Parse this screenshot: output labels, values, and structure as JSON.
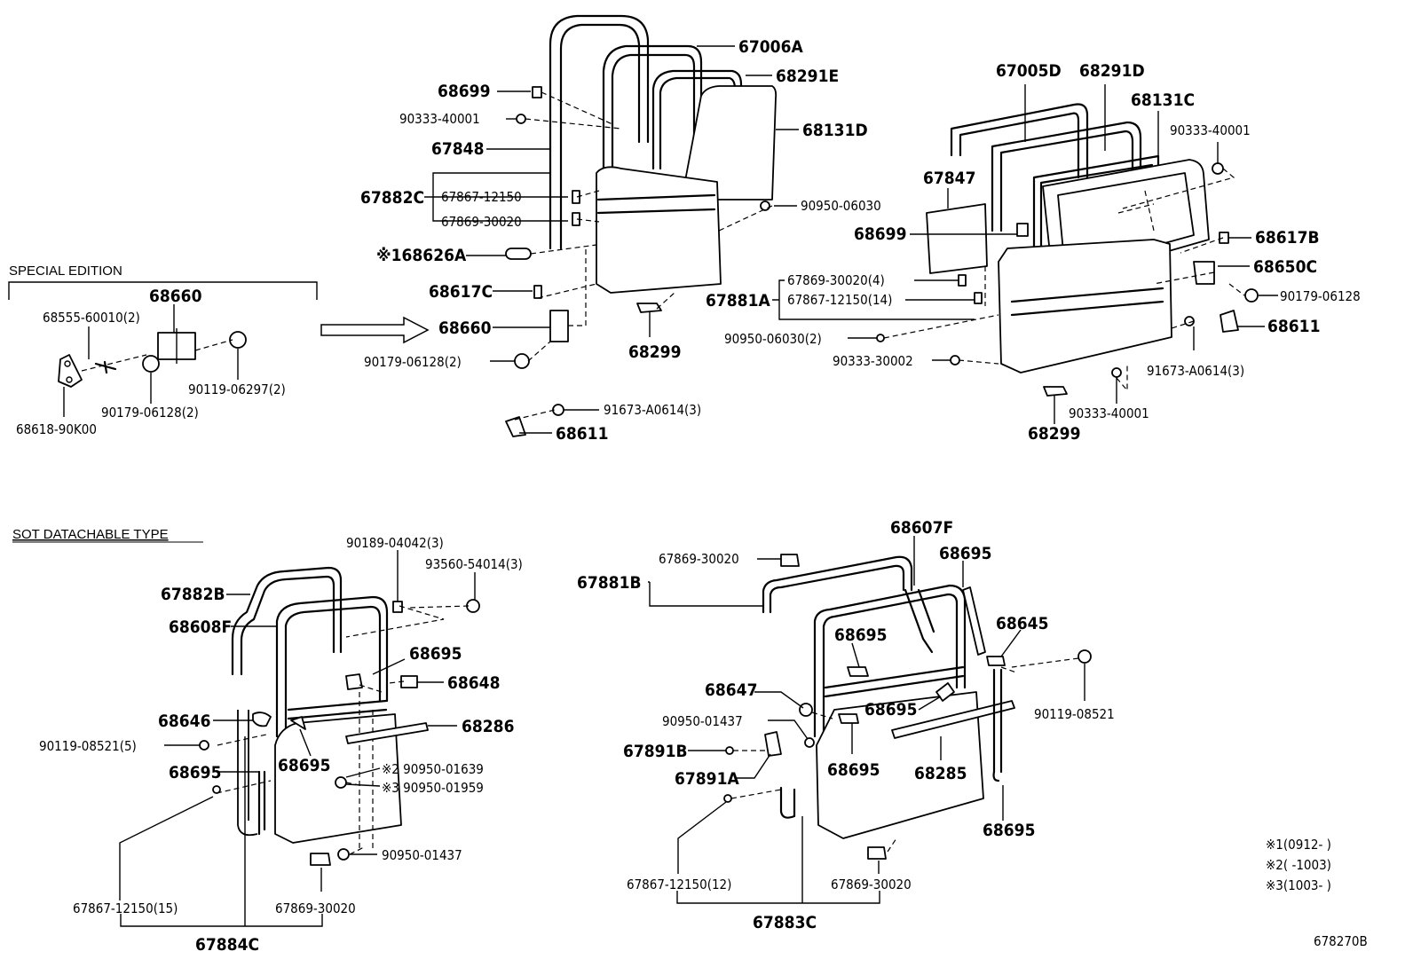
{
  "sections": {
    "special_edition": "SPECIAL EDITION",
    "sot_detachable": "SOT DATACHABLE TYPE"
  },
  "labels": {
    "p67006A": "67006A",
    "p68291E": "68291E",
    "p68699_a": "68699",
    "p90333_40001_a": "90333-40001",
    "p68131D": "68131D",
    "p67848": "67848",
    "p67882C": "67882C",
    "p67867_12150_a": "67867-12150",
    "p67869_30020_a": "67869-30020",
    "p90950_06030_a": "90950-06030",
    "p68626A": "※168626A",
    "p68617C": "68617C",
    "p68660_a": "68660",
    "p90179_06128_a": "90179-06128(2)",
    "p68299_a": "68299",
    "p91673_a": "91673-A0614(3)",
    "p68611_a": "68611",
    "p68660_b": "68660",
    "p68555": "68555-60010(2)",
    "p90119_06297": "90119-06297(2)",
    "p90179_06128_b": "90179-06128(2)",
    "p68618": "68618-90K00",
    "p67005D": "67005D",
    "p68291D": "68291D",
    "p68131C": "68131C",
    "p90333_40001_b": "90333-40001",
    "p67847": "67847",
    "p68699_b": "68699",
    "p68617B": "68617B",
    "p68650C": "68650C",
    "p67869_30020_4": "67869-30020(4)",
    "p67881A": "67881A",
    "p67867_12150_14": "67867-12150(14)",
    "p90179_06128_c": "90179-06128",
    "p90950_06030_2": "90950-06030(2)",
    "p68611_b": "68611",
    "p90333_30002": "90333-30002",
    "p91673_b": "91673-A0614(3)",
    "p90333_40001_c": "90333-40001",
    "p68299_b": "68299",
    "p90189": "90189-04042(3)",
    "p93560": "93560-54014(3)",
    "p67882B": "67882B",
    "p68608F": "68608F",
    "p68695_a": "68695",
    "p68648": "68648",
    "p68646": "68646",
    "p68286": "68286",
    "p90119_08521_5": "90119-08521(5)",
    "p68695_b": "68695",
    "p90950_01639": "※2 90950-01639",
    "p90950_01959": "※3 90950-01959",
    "p68695_c": "68695",
    "p90950_01437_a": "90950-01437",
    "p67867_12150_15": "67867-12150(15)",
    "p67869_30020_b": "67869-30020",
    "p67884C": "67884C",
    "p67869_30020_c": "67869-30020",
    "p68607F": "68607F",
    "p68695_d": "68695",
    "p67881B": "67881B",
    "p68645": "68645",
    "p68695_e": "68695",
    "p68647": "68647",
    "p90119_08521": "90119-08521",
    "p90950_01437_b": "90950-01437",
    "p68695_f": "68695",
    "p67891B": "67891B",
    "p68695_g": "68695",
    "p68285": "68285",
    "p67891A": "67891A",
    "p68695_h": "68695",
    "p67867_12150_12": "67867-12150(12)",
    "p67869_30020_d": "67869-30020",
    "p67883C": "67883C"
  },
  "notes": {
    "n1": "※1(0912-  )",
    "n2": "※2(  -1003)",
    "n3": "※3(1003-  )",
    "drawing_id": "678270B"
  }
}
